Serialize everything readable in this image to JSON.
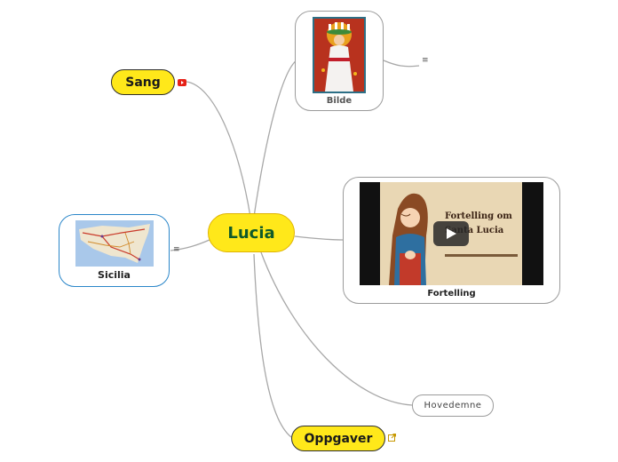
{
  "central": {
    "label": "Lucia"
  },
  "topics": {
    "sang": {
      "label": "Sang"
    },
    "bilde": {
      "label": "Bilde"
    },
    "sicilia": {
      "label": "Sicilia"
    },
    "fortelling": {
      "label": "Fortelling",
      "video_title_line1": "Fortelling om",
      "video_title_line2": "Santa Lucia"
    },
    "hovedemne": {
      "label": "Hovedemne"
    },
    "oppgaver": {
      "label": "Oppgaver"
    }
  },
  "icons": {
    "sang_attachment": "youtube-icon",
    "oppgaver_link": "external-link-icon",
    "bilde_note": "note-icon",
    "sicilia_note": "note-icon"
  },
  "colors": {
    "topic_fill": "#ffe81a",
    "central_text": "#0f5a2a",
    "connector": "#a0a0a0",
    "sicilia_border": "#2a86c9",
    "youtube_red": "#e62117"
  }
}
